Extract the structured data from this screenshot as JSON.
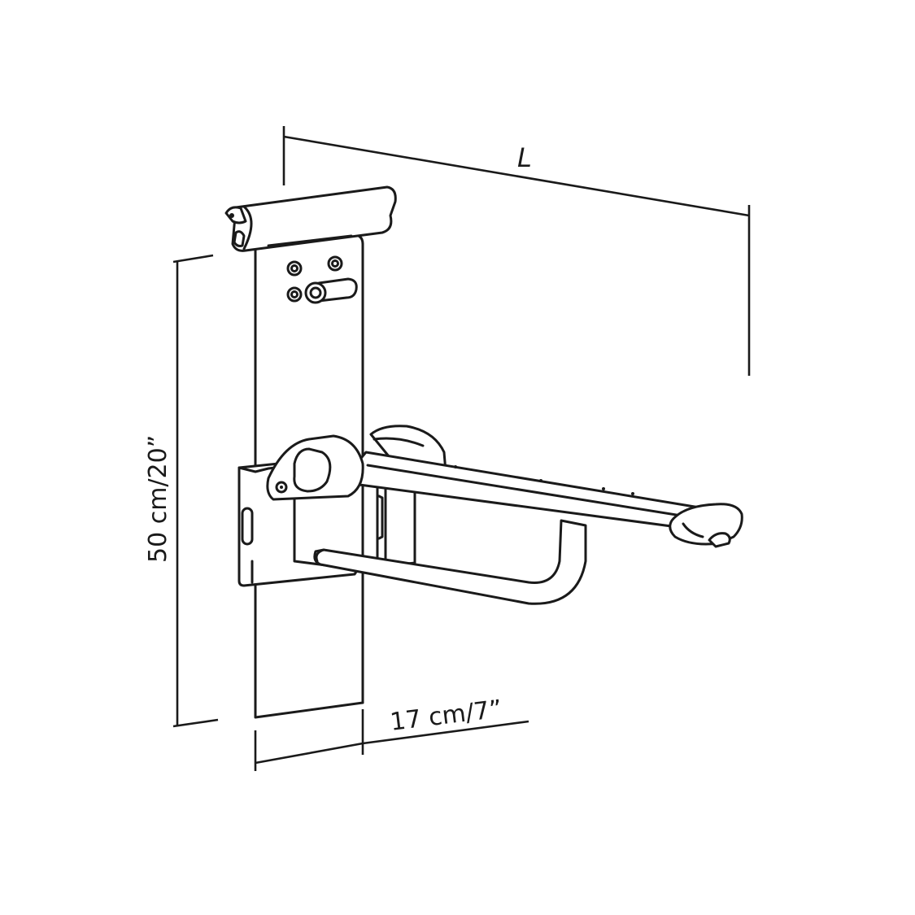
{
  "dimensions": {
    "length_label": "L",
    "height_label": "50 cm/20”",
    "depth_label": "17 cm/7”"
  },
  "colors": {
    "line": "#1a1a1a",
    "background": "#ffffff"
  }
}
